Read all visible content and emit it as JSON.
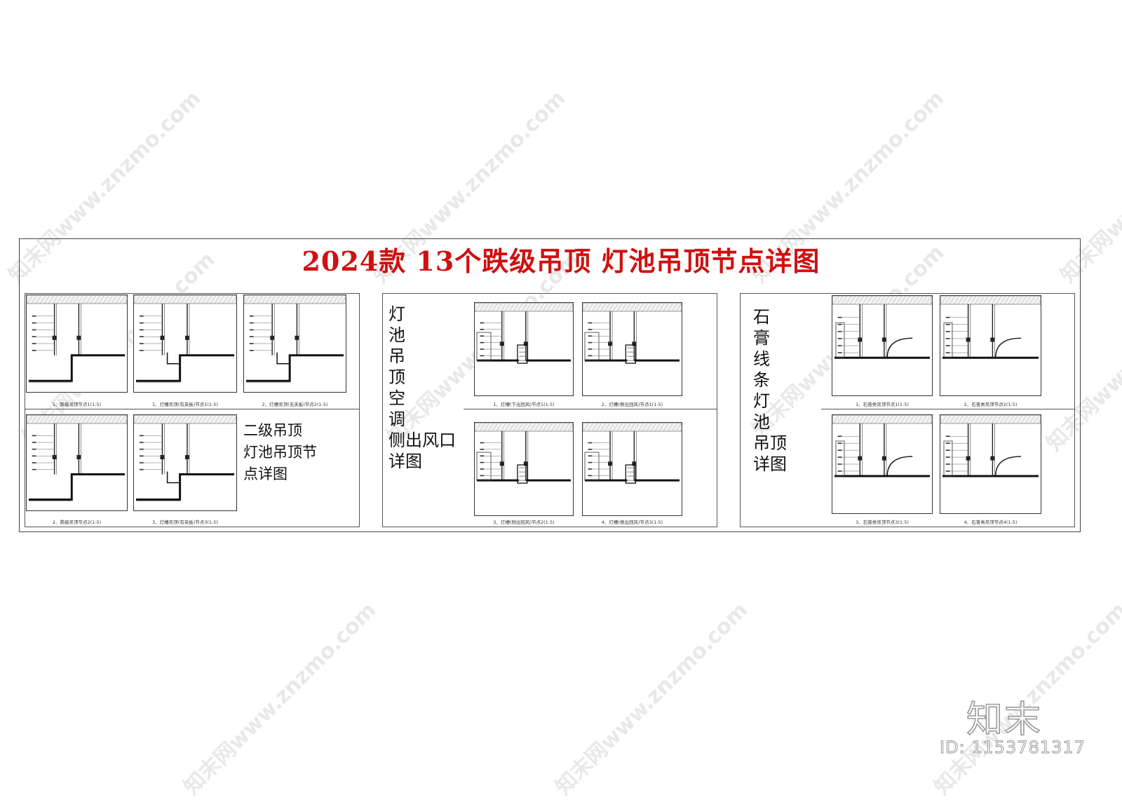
{
  "title": "2024款  13个跌级吊顶 灯池吊顶节点详图",
  "watermark": "知末网www.znzmo.com",
  "logo": "知末",
  "id_text": "ID: 1153781317",
  "groups": [
    {
      "label_lines": [
        "二级吊顶",
        "灯池吊顶节",
        "点详图"
      ],
      "details": [
        {
          "caption": "1、跌级吊顶节点1(1:5)",
          "variant": "step"
        },
        {
          "caption": "1、灯槽吊顶(有夹板)节点1(1:5)",
          "variant": "trough"
        },
        {
          "caption": "2、灯槽吊顶(无夹板)节点2(1:5)",
          "variant": "trough"
        },
        {
          "caption": "2、跌级吊顶节点2(1:5)",
          "variant": "step"
        },
        {
          "caption": "3、灯槽吊顶(有夹板)节点3(1:5)",
          "variant": "trough"
        }
      ]
    },
    {
      "label_lines": [
        "灯",
        "池",
        "吊",
        "顶",
        "空",
        "调",
        "侧出风口",
        "详图"
      ],
      "details": [
        {
          "caption": "1、灯槽(下出回风)节点1(1:5)",
          "variant": "vent"
        },
        {
          "caption": "2、灯槽(侧出回风)节点1(1:5)",
          "variant": "vent"
        },
        {
          "caption": "3、灯槽(侧出回风)节点2(1:5)",
          "variant": "vent"
        },
        {
          "caption": "4、灯槽(侧出回风)节点3(1:5)",
          "variant": "vent"
        }
      ]
    },
    {
      "label_lines": [
        "石",
        "膏",
        "线",
        "条",
        "灯",
        "池",
        "吊顶",
        "详图"
      ],
      "details": [
        {
          "caption": "1、石膏类吊顶节点1(1:5)",
          "variant": "gypsum"
        },
        {
          "caption": "2、石膏类吊顶节点2(1:5)",
          "variant": "gypsum"
        },
        {
          "caption": "3、石膏类吊顶节点3(1:5)",
          "variant": "gypsum"
        },
        {
          "caption": "4、石膏类吊顶节点4(1:5)",
          "variant": "gypsum"
        }
      ]
    }
  ]
}
